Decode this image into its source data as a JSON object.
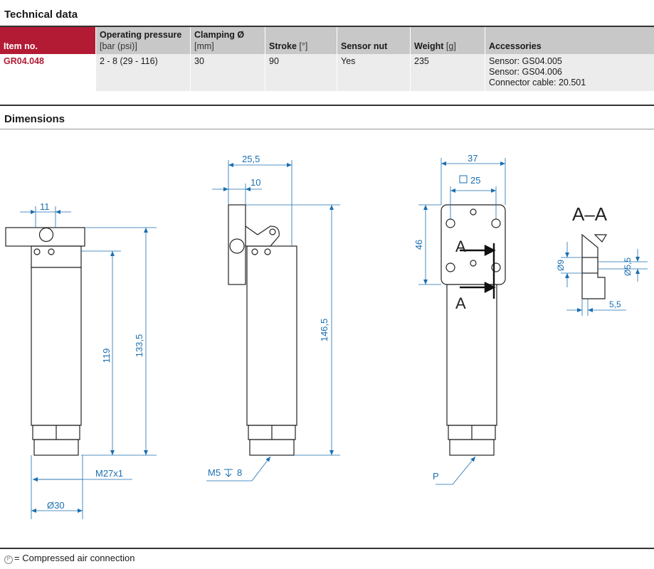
{
  "technical": {
    "title": "Technical data",
    "headers": [
      {
        "label": "Item no.",
        "unit": ""
      },
      {
        "label": "Operating pressure",
        "unit": "[bar (psi)]"
      },
      {
        "label": "Clamping Ø",
        "unit": "[mm]"
      },
      {
        "label": "Stroke",
        "unit": "[°]"
      },
      {
        "label": "Sensor nut",
        "unit": ""
      },
      {
        "label": "Weight",
        "unit": "[g]"
      },
      {
        "label": "Accessories",
        "unit": ""
      }
    ],
    "row": {
      "item_no": "GR04.048",
      "pressure": "2 - 8 (29 - 116)",
      "clamping": "30",
      "stroke": "90",
      "sensor_nut": "Yes",
      "weight": "235",
      "accessories": [
        "Sensor: GS04.005",
        "Sensor: GS04.006",
        "Connector cable: 20.501"
      ]
    }
  },
  "dimensions": {
    "title": "Dimensions",
    "labels": {
      "d11": "11",
      "d119": "119",
      "d133": "133,5",
      "thread": "M27x1",
      "dia30": "Ø30",
      "d25_5": "25,5",
      "d10": "10",
      "d146": "146,5",
      "m5": "M5",
      "m5_depth": "8",
      "d37": "37",
      "sq25": "25",
      "d46": "46",
      "sec_a": "A",
      "port_p": "P",
      "section_title": "A–A",
      "dia9": "Ø9",
      "dia5_5": "Ø5,5",
      "d5_5": "5,5"
    }
  },
  "legend": {
    "symbol": "P",
    "text": "= Compressed air connection"
  }
}
